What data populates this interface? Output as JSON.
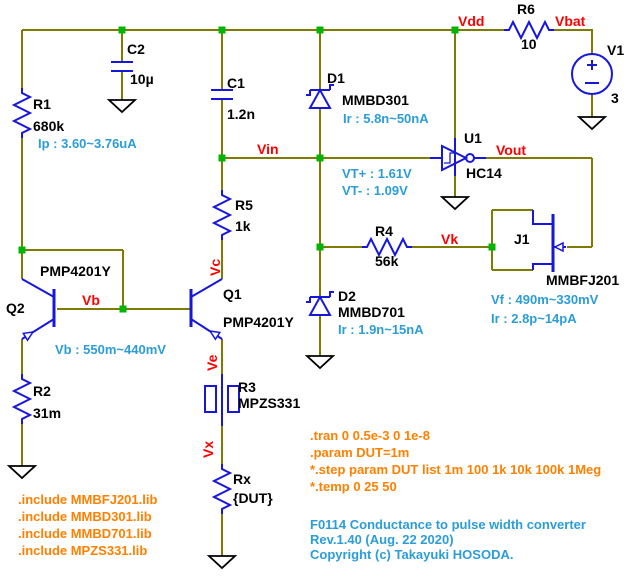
{
  "title_block": {
    "line1": "F0114 Conductance to pulse width converter",
    "line2": "Rev.1.40 (Aug. 22 2020)",
    "line3": "Copyright (c)  Takayuki HOSODA."
  },
  "components": {
    "r1": {
      "name": "R1",
      "value": "680k",
      "note": "Ip : 3.60~3.76uA"
    },
    "r2": {
      "name": "R2",
      "value": "31m"
    },
    "r3": {
      "name": "R3",
      "value": "MPZS331"
    },
    "r4": {
      "name": "R4",
      "value": "56k"
    },
    "r5": {
      "name": "R5",
      "value": "1k"
    },
    "r6": {
      "name": "R6",
      "value": "10"
    },
    "rx": {
      "name": "Rx",
      "value": "{DUT}"
    },
    "c1": {
      "name": "C1",
      "value": "1.2n"
    },
    "c2": {
      "name": "C2",
      "value": "10µ"
    },
    "d1": {
      "name": "D1",
      "value": "MMBD301",
      "note": "Ir : 5.8n~50nA"
    },
    "d2": {
      "name": "D2",
      "value": "MMBD701",
      "note": "Ir : 1.9n~15nA"
    },
    "q1": {
      "name": "Q1",
      "value": "PMP4201Y"
    },
    "q2": {
      "name": "Q2",
      "value": "PMP4201Y",
      "note": "Vb : 550m~440mV"
    },
    "j1": {
      "name": "J1",
      "value": "MMBFJ201",
      "note1": "Vf : 490m~330mV",
      "note2": "Ir : 2.8p~14pA"
    },
    "u1": {
      "name": "U1",
      "value": "HC14",
      "note1": "VT+ : 1.61V",
      "note2": "VT- : 1.09V"
    },
    "v1": {
      "name": "V1",
      "value": "3"
    }
  },
  "net_labels": {
    "vdd": "Vdd",
    "vbat": "Vbat",
    "vin": "Vin",
    "vout": "Vout",
    "vb": "Vb",
    "vc": "Vc",
    "ve": "Ve",
    "vx": "Vx",
    "vk": "Vk"
  },
  "directives": {
    "includes": [
      ".include MMBFJ201.lib",
      ".include MMBD301.lib",
      ".include MMBD701.lib",
      ".include MPZS331.lib"
    ],
    "sim": [
      ".tran 0 0.5e-3 0 1e-8",
      ".param DUT=1m",
      "*.step param DUT list 1m 100 1k 10k 100k 1Meg",
      "*.temp 0 25 50"
    ]
  },
  "colors": {
    "wire": "#7f7b00",
    "component": "#1717dc",
    "net_label": "#ff0000",
    "annotation": "#2b9dd9",
    "directive": "#ff8000",
    "junction": "#00b400",
    "background": "#ffffff"
  }
}
